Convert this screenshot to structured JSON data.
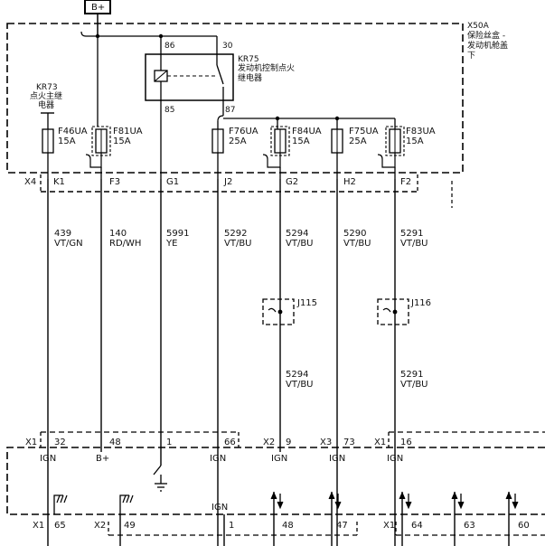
{
  "power_source": {
    "label": "B+"
  },
  "fuse_block": {
    "id": "X50A",
    "line1": "保险丝盒 -",
    "line2": "发动机舱盖",
    "line3": "下"
  },
  "relay_ignition_main": {
    "id": "KR73",
    "line1": "点火主继",
    "line2": "电器"
  },
  "relay_engine_ctrl": {
    "id": "KR75",
    "line1": "发动机控制点火",
    "line2": "继电器",
    "pin_86": "86",
    "pin_30": "30",
    "pin_85": "85",
    "pin_87": "87"
  },
  "fuses": [
    {
      "name": "F46UA",
      "rating": "15A"
    },
    {
      "name": "F81UA",
      "rating": "15A"
    },
    {
      "name": "F76UA",
      "rating": "25A"
    },
    {
      "name": "F84UA",
      "rating": "15A"
    },
    {
      "name": "F75UA",
      "rating": "25A"
    },
    {
      "name": "F83UA",
      "rating": "15A"
    }
  ],
  "fuse_connector": {
    "name": "X4"
  },
  "top_pins": [
    "K1",
    "F3",
    "G1",
    "J2",
    "G2",
    "H2",
    "F2"
  ],
  "wires": [
    {
      "circuit": "439",
      "color": "VT/GN"
    },
    {
      "circuit": "140",
      "color": "RD/WH"
    },
    {
      "circuit": "5991",
      "color": "YE"
    },
    {
      "circuit": "5292",
      "color": "VT/BU"
    },
    {
      "circuit": "5294",
      "color": "VT/BU"
    },
    {
      "circuit": "5290",
      "color": "VT/BU"
    },
    {
      "circuit": "5291",
      "color": "VT/BU"
    }
  ],
  "splices": [
    {
      "name": "J115",
      "circuit": "5294",
      "color": "VT/BU"
    },
    {
      "name": "J116",
      "circuit": "5291",
      "color": "VT/BU"
    }
  ],
  "lower_connectors": [
    {
      "name": "X1",
      "pins": [
        "32",
        "48",
        "1",
        "66"
      ]
    },
    {
      "name": "X2",
      "pins": [
        "9"
      ]
    },
    {
      "name": "X3",
      "pins": [
        "73"
      ]
    },
    {
      "name": "X1",
      "pins": [
        "16"
      ]
    }
  ],
  "module_inputs": [
    "IGN",
    "B+",
    "IGN",
    "IGN",
    "IGN",
    "IGN"
  ],
  "bottom_ign_label": "IGN",
  "bottom_connectors": [
    {
      "name": "X1",
      "pins": [
        "65"
      ]
    },
    {
      "name": "X2",
      "pins": [
        "49",
        "1",
        "48",
        "47"
      ]
    },
    {
      "name": "X1",
      "pins": [
        "64",
        "63",
        "60"
      ]
    }
  ]
}
